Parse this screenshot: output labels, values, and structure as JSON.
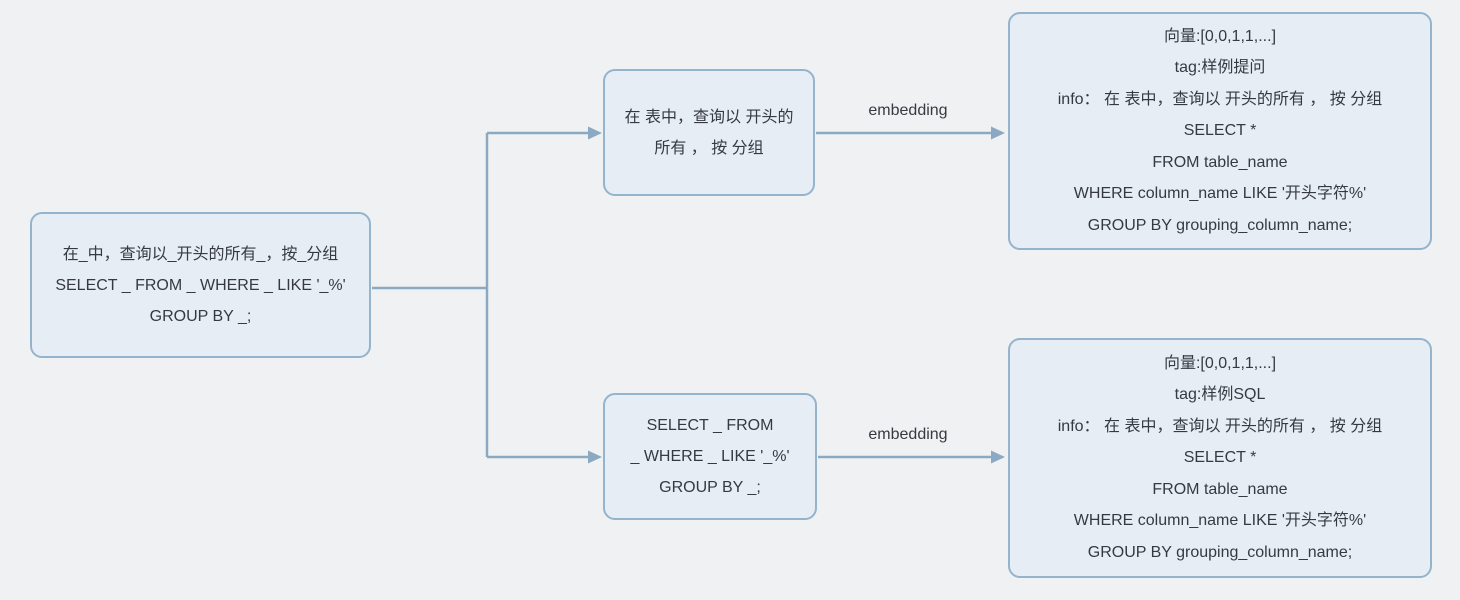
{
  "diagram": {
    "colors": {
      "background": "#f0f1f3",
      "node_fill": "#e7edf5",
      "node_border": "#94b3cc",
      "arrow": "#8ca9c3",
      "text": "#363a40"
    },
    "nodes": {
      "template": {
        "lines": [
          "在_中，查询以_开头的所有_，按_分组",
          "SELECT _ FROM _ WHERE _ LIKE '_%'",
          "GROUP BY _;"
        ]
      },
      "question": {
        "lines": [
          "在 表中，查询以 开头的",
          "所有 ， 按 分组"
        ]
      },
      "sql": {
        "lines": [
          "SELECT _ FROM",
          "_ WHERE _ LIKE '_%'",
          "GROUP BY _;"
        ]
      },
      "question_embedding": {
        "lines": [
          "向量:[0,0,1,1,...]",
          "tag:样例提问",
          "info： 在 表中，查询以 开头的所有 ， 按 分组",
          "SELECT *",
          "FROM table_name",
          "WHERE column_name LIKE '开头字符%'",
          "GROUP BY grouping_column_name;"
        ]
      },
      "sql_embedding": {
        "lines": [
          "向量:[0,0,1,1,...]",
          "tag:样例SQL",
          "info： 在 表中，查询以 开头的所有 ， 按 分组",
          "SELECT *",
          "FROM table_name",
          "WHERE column_name LIKE '开头字符%'",
          "GROUP BY grouping_column_name;"
        ]
      }
    },
    "edge_labels": {
      "top": "embedding",
      "bottom": "embedding"
    }
  }
}
